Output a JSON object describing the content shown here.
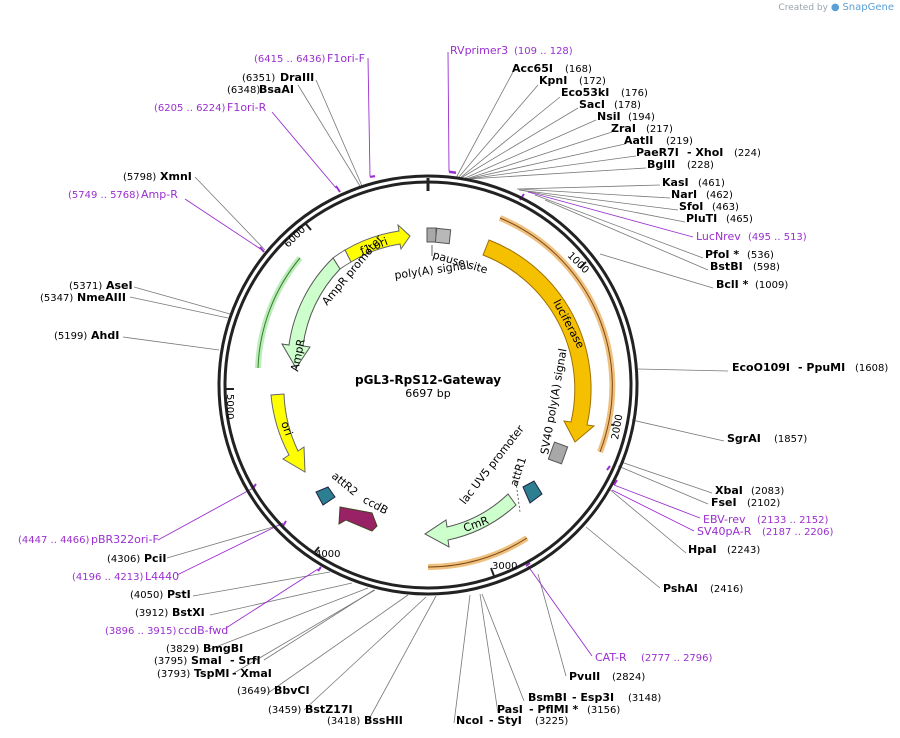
{
  "brand": {
    "created_by": "Created by",
    "app": "SnapGene"
  },
  "plasmid": {
    "name": "pGL3-RpS12-Gateway",
    "size": "6697 bp"
  },
  "ticks": [
    "1000",
    "2000",
    "3000",
    "4000",
    "5000",
    "6000"
  ],
  "features": {
    "f1ori": "f1 ori",
    "pause": "pause site",
    "polyA": "poly(A) signal",
    "luciferase": "luciferase",
    "sv40polyA": "SV40 poly(A) signal",
    "ampr_promoter": "AmpR promoter",
    "ampr": "AmpR",
    "ori": "ori",
    "lacuv5": "lac UV5 promoter",
    "attr1": "attR1",
    "attr2": "attR2",
    "ccdb": "ccdB",
    "cmr": "CmR"
  },
  "sites": [
    {
      "id": "acc65i",
      "name": "Acc65I",
      "pos": "(168)"
    },
    {
      "id": "kpni",
      "name": "KpnI",
      "pos": "(172)"
    },
    {
      "id": "eco53ki",
      "name": "Eco53kI",
      "pos": "(176)"
    },
    {
      "id": "saci",
      "name": "SacI",
      "pos": "(178)"
    },
    {
      "id": "nsii",
      "name": "NsiI",
      "pos": "(194)"
    },
    {
      "id": "zrai",
      "name": "ZraI",
      "pos": "(217)"
    },
    {
      "id": "aatii",
      "name": "AatII",
      "pos": "(219)"
    },
    {
      "id": "paer7i",
      "name": "PaeR7I",
      "pos": ""
    },
    {
      "id": "xhoi",
      "name": "- XhoI",
      "pos": "(224)"
    },
    {
      "id": "bglii",
      "name": "BglII",
      "pos": "(228)"
    },
    {
      "id": "kasi",
      "name": "KasI",
      "pos": "(461)"
    },
    {
      "id": "nari",
      "name": "NarI",
      "pos": "(462)"
    },
    {
      "id": "sfoi",
      "name": "SfoI",
      "pos": "(463)"
    },
    {
      "id": "pluti",
      "name": "PluTI",
      "pos": "(465)"
    },
    {
      "id": "pfoi",
      "name": "PfoI *",
      "pos": "(536)"
    },
    {
      "id": "bstbi",
      "name": "BstBI",
      "pos": "(598)"
    },
    {
      "id": "bcli",
      "name": "BclI *",
      "pos": "(1009)"
    },
    {
      "id": "ecoo109i",
      "name": "EcoO109I",
      "pos": ""
    },
    {
      "id": "ppumi",
      "name": "- PpuMI",
      "pos": "(1608)"
    },
    {
      "id": "sgrai",
      "name": "SgrAI",
      "pos": "(1857)"
    },
    {
      "id": "xbai",
      "name": "XbaI",
      "pos": "(2083)"
    },
    {
      "id": "fsei",
      "name": "FseI",
      "pos": "(2102)"
    },
    {
      "id": "hpai",
      "name": "HpaI",
      "pos": "(2243)"
    },
    {
      "id": "pshai",
      "name": "PshAI",
      "pos": "(2416)"
    },
    {
      "id": "pvuii",
      "name": "PvuII",
      "pos": "(2824)"
    },
    {
      "id": "bsmbi",
      "name": "BsmBI",
      "pos": ""
    },
    {
      "id": "esp3i",
      "name": "- Esp3I",
      "pos": "(3148)"
    },
    {
      "id": "pasi",
      "name": "PasI",
      "pos": ""
    },
    {
      "id": "pflmi",
      "name": "- PflMI *",
      "pos": "(3156)"
    },
    {
      "id": "ncoi",
      "name": "NcoI",
      "pos": ""
    },
    {
      "id": "styi",
      "name": "- StyI",
      "pos": "(3225)"
    },
    {
      "id": "bsshii",
      "name": "BssHII",
      "pos": "(3418)"
    },
    {
      "id": "bstz17i",
      "name": "BstZ17I",
      "pos": "(3459)"
    },
    {
      "id": "bbvci",
      "name": "BbvCI",
      "pos": "(3649)"
    },
    {
      "id": "tspmi",
      "name": "TspMI",
      "pos": "(3793)"
    },
    {
      "id": "xmai",
      "name": "- XmaI",
      "pos": ""
    },
    {
      "id": "smai",
      "name": "SmaI",
      "pos": "(3795)"
    },
    {
      "id": "srfi",
      "name": "- SrfI",
      "pos": ""
    },
    {
      "id": "bmgbi",
      "name": "BmgBI",
      "pos": "(3829)"
    },
    {
      "id": "bstxi",
      "name": "BstXI",
      "pos": "(3912)"
    },
    {
      "id": "psti",
      "name": "PstI",
      "pos": "(4050)"
    },
    {
      "id": "pcii",
      "name": "PciI",
      "pos": "(4306)"
    },
    {
      "id": "ahdi",
      "name": "AhdI",
      "pos": "(5199)"
    },
    {
      "id": "nmeaiii",
      "name": "NmeAIII",
      "pos": "(5347)"
    },
    {
      "id": "asei",
      "name": "AseI",
      "pos": "(5371)"
    },
    {
      "id": "xmni",
      "name": "XmnI",
      "pos": "(5798)"
    },
    {
      "id": "bsaai",
      "name": "BsaAI",
      "pos": "(6348)"
    },
    {
      "id": "draiii",
      "name": "DraIII",
      "pos": "(6351)"
    }
  ],
  "primers": [
    {
      "id": "rvprimer3",
      "name": "RVprimer3",
      "range": "(109 .. 128)"
    },
    {
      "id": "f1orif",
      "name": "F1ori-F",
      "range": "(6415 .. 6436)"
    },
    {
      "id": "f1orir",
      "name": "F1ori-R",
      "range": "(6205 .. 6224)"
    },
    {
      "id": "ampr",
      "name": "Amp-R",
      "range": "(5749 .. 5768)"
    },
    {
      "id": "lucnrev",
      "name": "LucNrev",
      "range": "(495 .. 513)"
    },
    {
      "id": "ebvrev",
      "name": "EBV-rev",
      "range": "(2133 .. 2152)"
    },
    {
      "id": "sv40par",
      "name": "SV40pA-R",
      "range": "(2187 .. 2206)"
    },
    {
      "id": "catr",
      "name": "CAT-R",
      "range": "(2777 .. 2796)"
    },
    {
      "id": "pbr322orif",
      "name": "pBR322ori-F",
      "range": "(4447 .. 4466)"
    },
    {
      "id": "l4440",
      "name": "L4440",
      "range": "(4196 .. 4213)"
    },
    {
      "id": "ccdbfwd",
      "name": "ccdB-fwd",
      "range": "(3896 .. 3915)"
    }
  ],
  "colors": {
    "backbone": "#222222",
    "primer": "#9a2fd0",
    "luciferase": "#f5c000",
    "luciferase_outline": "#e8a030",
    "f1ori": "#ffff00",
    "ampr": "#ccffcc",
    "cmr": "#ccffcc",
    "ori": "#ffff00",
    "ccdb": "#992266",
    "att": "#2b7f90",
    "signal": "#a8a8a8"
  }
}
